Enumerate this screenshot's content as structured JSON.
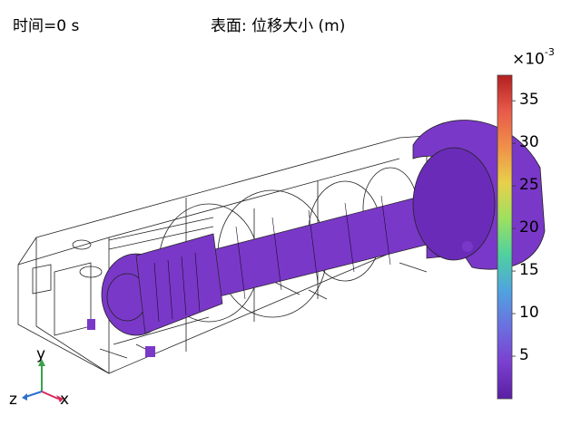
{
  "header": {
    "time_label": "时间=0 s",
    "surface_label": "表面: 位移大小 (m)"
  },
  "colorbar": {
    "multiplier_prefix": "×10",
    "multiplier_exponent": "-3",
    "min": 0,
    "max": 38,
    "ticks": [
      {
        "label": "35",
        "value": 35
      },
      {
        "label": "30",
        "value": 30
      },
      {
        "label": "25",
        "value": 25
      },
      {
        "label": "20",
        "value": 20
      },
      {
        "label": "15",
        "value": 15
      },
      {
        "label": "10",
        "value": 10
      },
      {
        "label": "5",
        "value": 5
      }
    ],
    "colors": [
      "#5a1fa3",
      "#7b3fcf",
      "#6b6fe0",
      "#4fa3e0",
      "#4fd0a0",
      "#9ce060",
      "#e8d04a",
      "#f0904a",
      "#e85a4a",
      "#b32020"
    ]
  },
  "model_color": "#7a38c8",
  "axes": {
    "x_label": "x",
    "y_label": "y",
    "z_label": "z",
    "x_color": "#d8285a",
    "y_color": "#3aa04a",
    "z_color": "#2e6fd0"
  }
}
